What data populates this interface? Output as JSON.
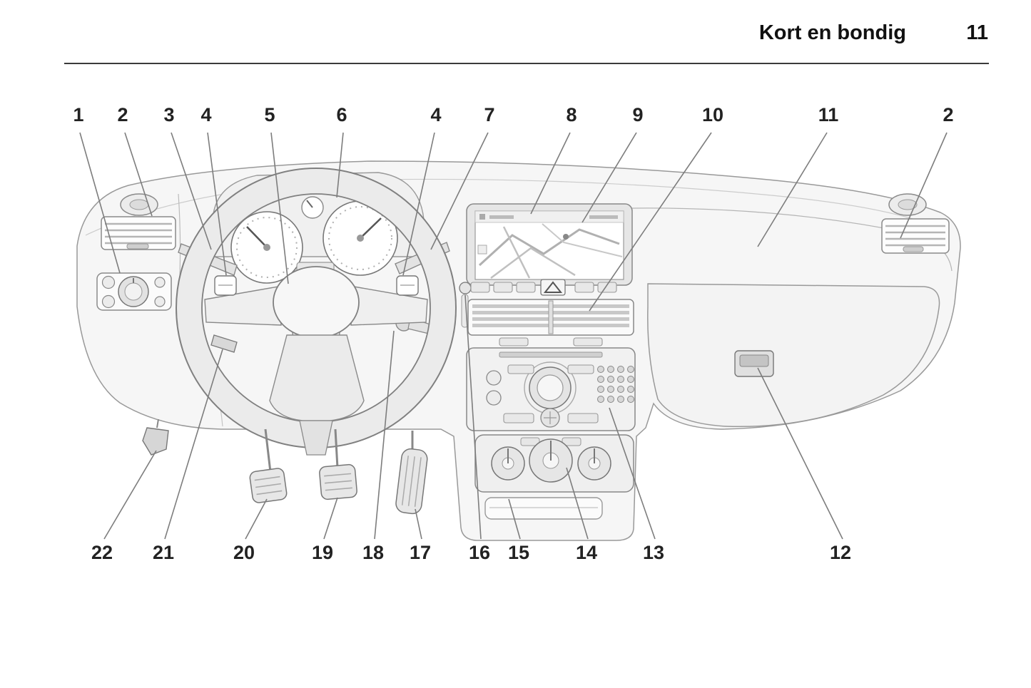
{
  "header": {
    "title": "Kort en bondig",
    "page_number": "11"
  },
  "diagram": {
    "subject": "dashboard-overview-line-drawing",
    "top_callouts": [
      "1",
      "2",
      "3",
      "4",
      "5",
      "6",
      "4",
      "7",
      "8",
      "9",
      "10",
      "11",
      "2"
    ],
    "bottom_callouts": [
      "22",
      "21",
      "20",
      "19",
      "18",
      "17",
      "16",
      "15",
      "14",
      "13",
      "12"
    ],
    "colors": {
      "ink": "#222222",
      "line_art": "#8a8a8a"
    }
  }
}
